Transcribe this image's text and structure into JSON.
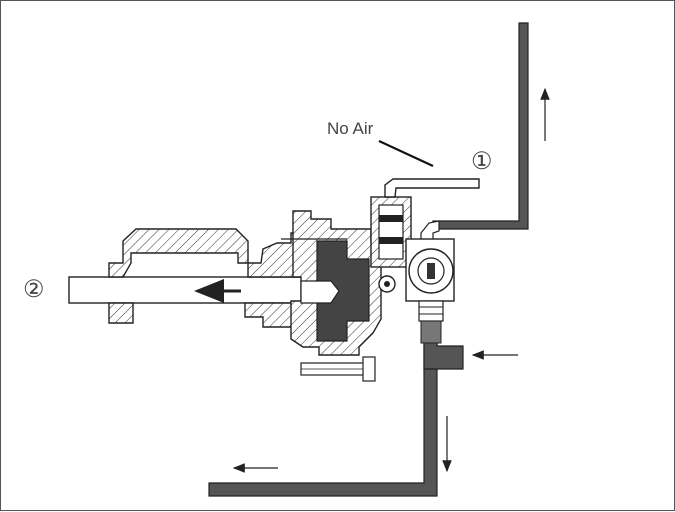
{
  "labels": {
    "no_air": "No Air",
    "marker_1": "①",
    "marker_2": "②"
  },
  "colors": {
    "line": "#222222",
    "pipe_fill": "#555555",
    "dark_part": "#444444",
    "label": "#444444",
    "frame": "#555555"
  }
}
